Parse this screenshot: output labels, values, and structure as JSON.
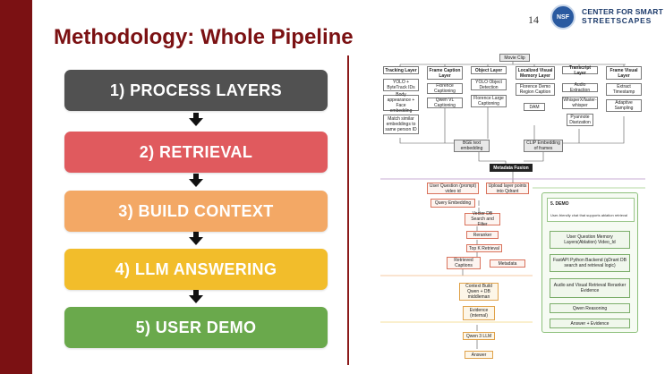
{
  "slide": {
    "number": "14",
    "logo_mark": "NSF",
    "logo_line1": "CENTER FOR SMART",
    "logo_line2": "STREETSCAPES",
    "title": "Methodology: Whole Pipeline"
  },
  "colors": {
    "maroon": "#7b1113",
    "step1": "#515151",
    "step2": "#e05a5e",
    "step3": "#f3a865",
    "step4": "#f2bd2b",
    "step5": "#6aa94c"
  },
  "steps": [
    {
      "label": "1) PROCESS LAYERS"
    },
    {
      "label": "2) RETRIEVAL"
    },
    {
      "label": "3) BUILD CONTEXT"
    },
    {
      "label": "4) LLM ANSWERING"
    },
    {
      "label": "5) USER DEMO"
    }
  ],
  "diagram": {
    "movie_clip": "Movie Clip",
    "layers": {
      "tracking": "Tracking Layer",
      "frame_caption": "Frame Caption Layer",
      "object": "Object Layer",
      "localized_visual": "Localized Visual Memory Layer",
      "transcript": "Transcript Layer",
      "frame_visual": "Frame Visual Layer"
    },
    "items": {
      "yolo_bytetrack": "YOLO + ByteTrack IDs",
      "body_face": "Body appearance + Face embedding",
      "match_similar": "Match similar embeddings to same person ID",
      "florence_captioning": "Florence Captioning",
      "qwen_vl": "Qwen VL Captioning",
      "yolo_object": "YOLO Object Detection",
      "florence_large": "Florence Large Captioning",
      "florence_demo": "Florence Demo Region Caption",
      "dam": "DAM",
      "audio_extraction": "Audio Extraction",
      "whisperx": "WhisperX/faster-whisper",
      "pyannote": "Pyannote Diarization",
      "extract_timestamp": "Extract Timestamp",
      "adaptive_sampling": "Adaptive Sampling",
      "bge": "BGE text embedding",
      "clip": "CLIP Embedding of frames",
      "metadata_fusion": "Metadata Fusion"
    },
    "retrieval": {
      "user_question": "User Question (prompt) video id",
      "upload": "Upload layer points into Qdrant",
      "query_embedding": "Query Embedding",
      "vector_db": "Vector DB Search and Filter",
      "reranker": "Reranker",
      "top_k": "Top K Retrieval",
      "retrieved_captions": "Retrieved Captions",
      "metadata": "Metadata"
    },
    "context": {
      "context_build": "Context Build Qwen + DB middleman",
      "evidence": "Evidence (internal)",
      "qwen_llm": "Qwen 3 LLM",
      "answer": "Answer"
    },
    "demo": {
      "title": "5. DEMO",
      "desc": "User-friendly chat that supports ablation retrieval",
      "user_question": "User Question Memory Layers(Ablation) Video_Id",
      "fastapi": "FastAPI Python Backend (qDrant DB search and retrieval logic)",
      "audio_visual": "Audio and Visual Retrieval Reranker Evidence",
      "qwen_reasoning": "Qwen Reasoning",
      "answer_evidence": "Answer + Evidence"
    }
  }
}
